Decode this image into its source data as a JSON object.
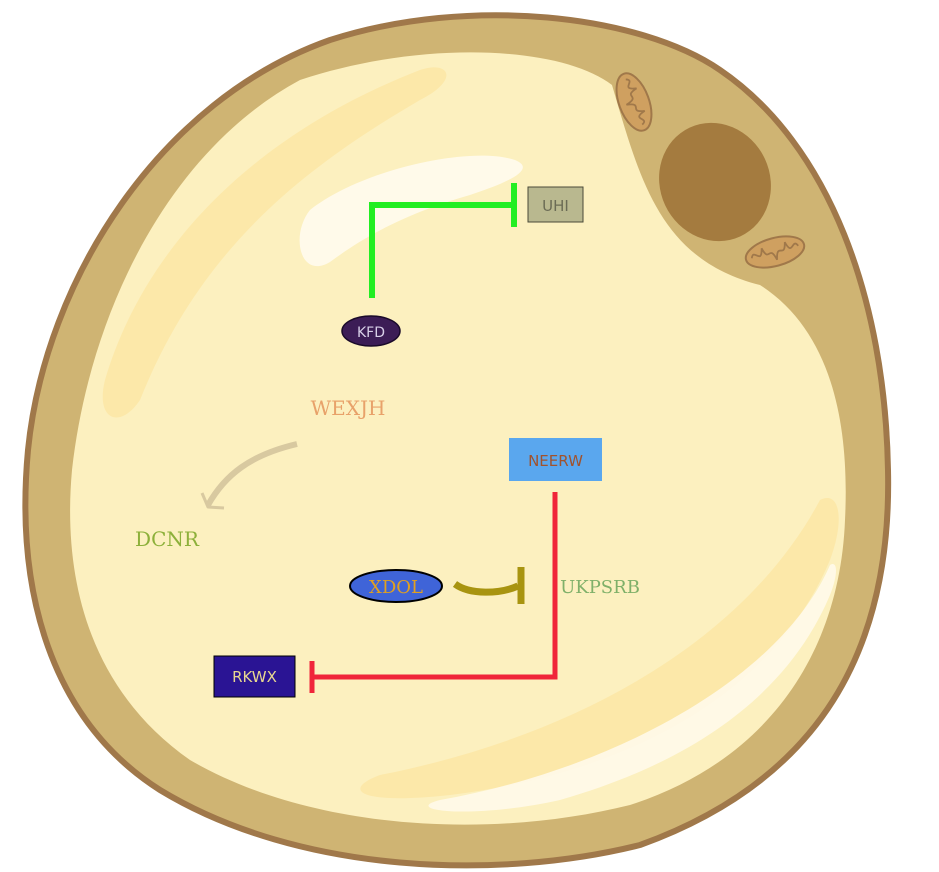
{
  "nodes": {
    "uhi": {
      "label": "UHI",
      "shape": "box",
      "fill": "#b9b88f",
      "text_color": "#6b6b55"
    },
    "kfd": {
      "label": "KFD",
      "shape": "ellipse",
      "fill": "#3c1d56",
      "text_color": "#d8d0e8"
    },
    "wexjh": {
      "label": "WEXJH",
      "shape": "text",
      "text_color": "#e8a26a"
    },
    "neerw": {
      "label": "NEERW",
      "shape": "box",
      "fill": "#5aa7ee",
      "text_color": "#a0522d"
    },
    "dcnr": {
      "label": "DCNR",
      "shape": "text",
      "text_color": "#8db03a"
    },
    "xdol": {
      "label": "XDOL",
      "shape": "ellipse",
      "fill": "#3f64d8",
      "text_color": "#e0a020"
    },
    "ukpsrb": {
      "label": "UKPSRB",
      "shape": "text",
      "text_color": "#7fb069"
    },
    "rkwx": {
      "label": "RKWX",
      "shape": "box",
      "fill": "#2a1494",
      "text_color": "#e8d890"
    }
  },
  "edges": [
    {
      "from": "KFD",
      "to": "UHI",
      "type": "inhibition",
      "color": "#22ee22"
    },
    {
      "from": "WEXJH",
      "to": "DCNR",
      "type": "activation",
      "color": "#d8c9a0"
    },
    {
      "from": "XDOL",
      "to": "UKPSRB",
      "type": "inhibition",
      "color": "#a89410"
    },
    {
      "from": "NEERW",
      "to": "RKWX",
      "type": "inhibition",
      "color": "#f0253a"
    }
  ],
  "cell": {
    "membrane_color": "#a0784a",
    "wall_color": "#cfb473",
    "cytoplasm_color": "#fcf0bf",
    "nucleus_color": "#a47b3f",
    "organelles": [
      "mitochondrion-icon",
      "mitochondrion-icon"
    ]
  }
}
